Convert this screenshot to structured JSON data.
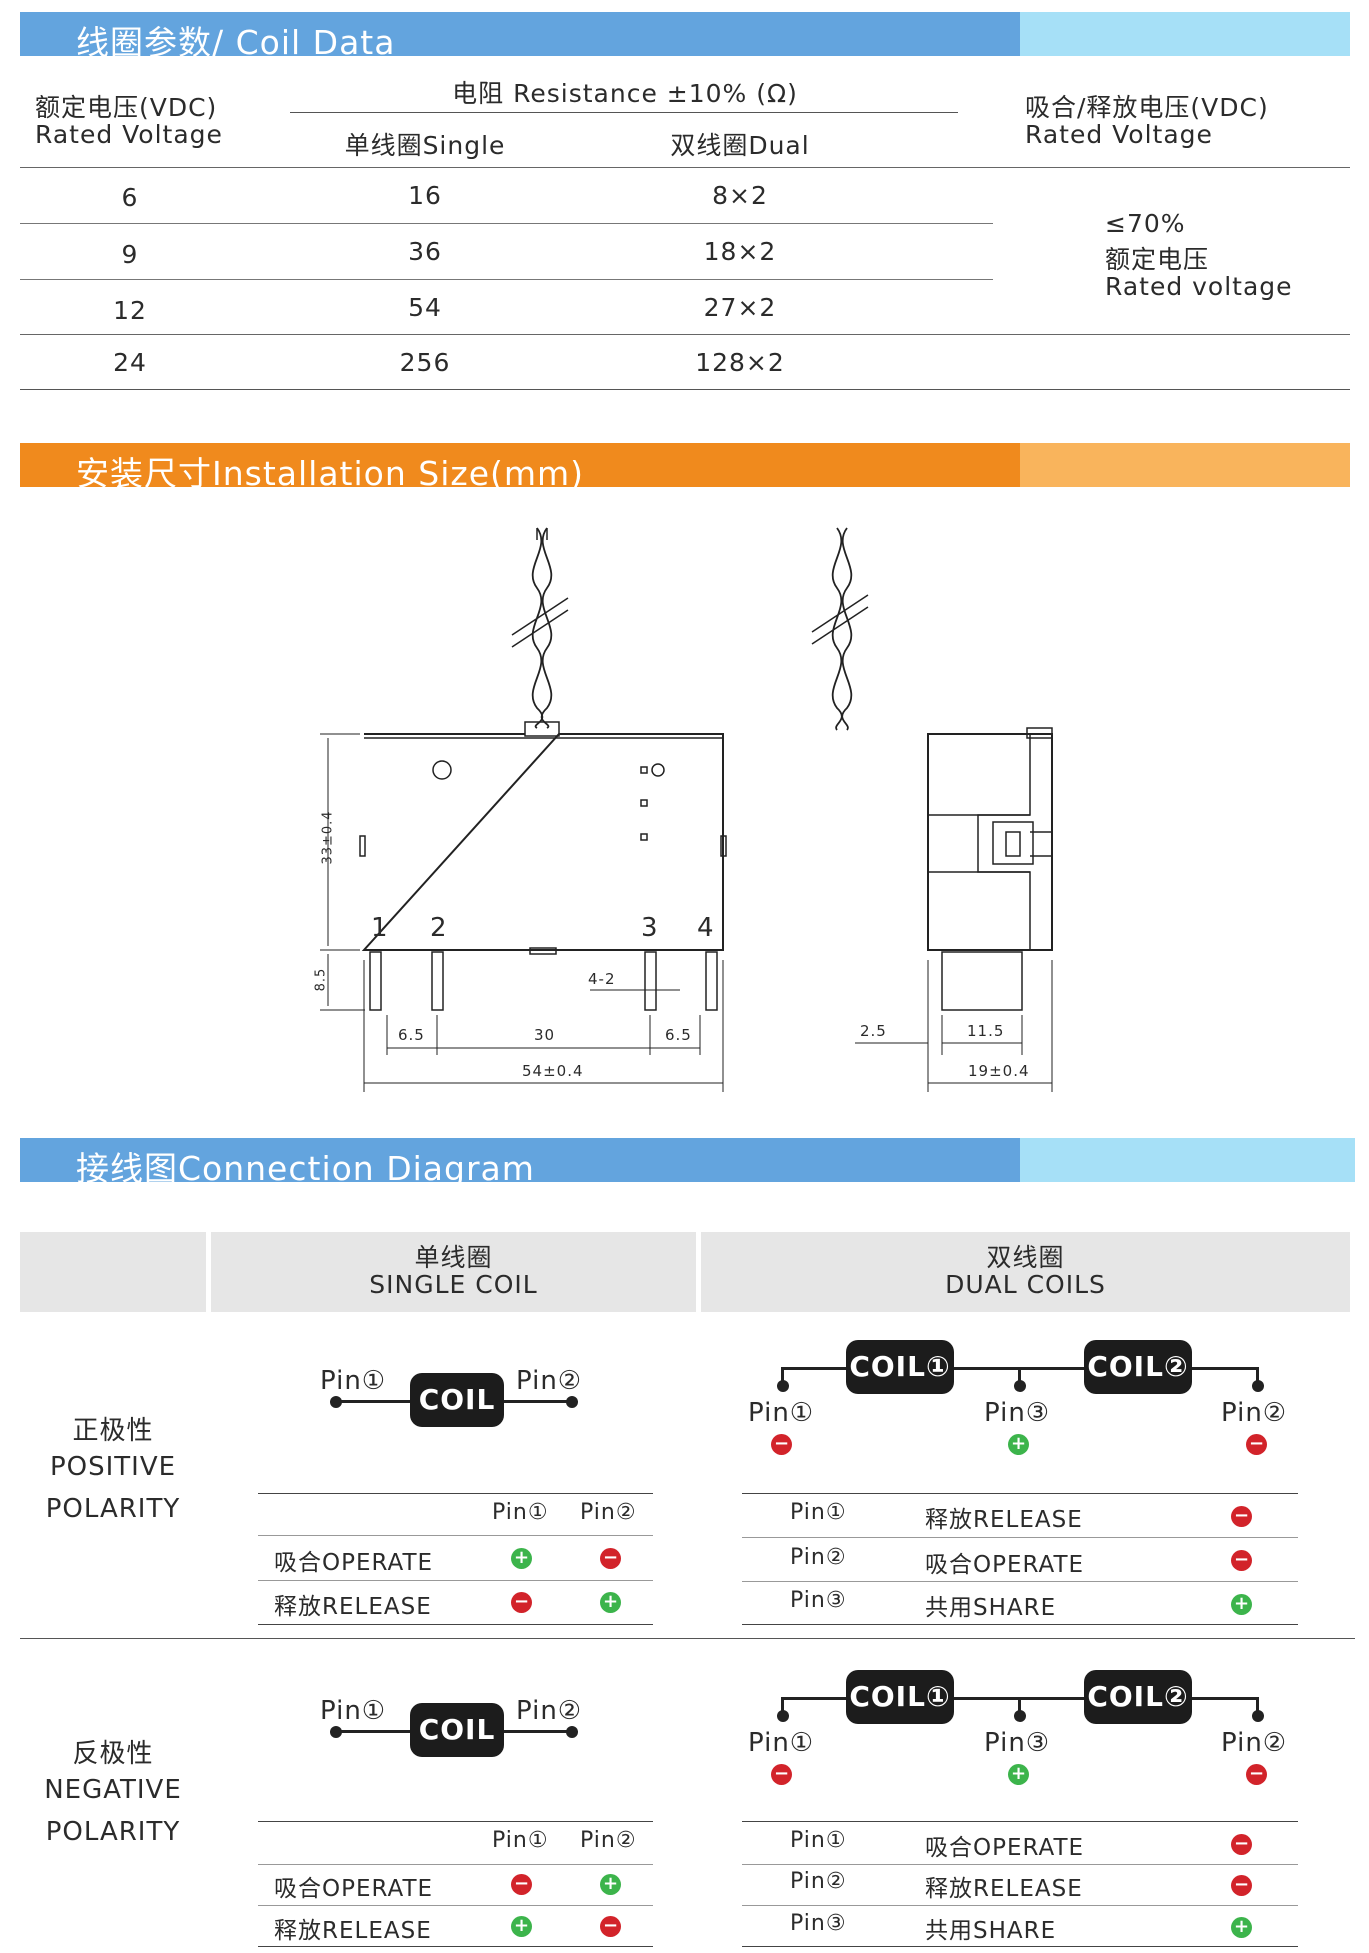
{
  "coil_section": {
    "title": "线圈参数/ Coil  Data",
    "col_rated_cn": "额定电压(VDC)",
    "col_rated_en": "Rated Voltage",
    "col_resistance": "电阻 Resistance ±10% (Ω)",
    "col_single": "单线圈Single",
    "col_dual": "双线圈Dual",
    "col_pull_cn": "吸合/释放电压(VDC)",
    "col_pull_en": "Rated Voltage",
    "rows": [
      {
        "voltage": "6",
        "single": "16",
        "dual": "8×2"
      },
      {
        "voltage": "9",
        "single": "36",
        "dual": "18×2"
      },
      {
        "voltage": "12",
        "single": "54",
        "dual": "27×2"
      },
      {
        "voltage": "24",
        "single": "256",
        "dual": "128×2"
      }
    ],
    "pull_value": "≤70%",
    "pull_cn": "额定电压",
    "pull_en": "Rated voltage"
  },
  "install_section": {
    "title": "安装尺寸Installation Size(mm)",
    "dims": {
      "height": "33±0.4",
      "pin_len": "8.5",
      "left_pitch": "6.5",
      "mid_pitch": "30",
      "right_pitch": "6.5",
      "width": "54±0.4",
      "pin_width": "4-2",
      "side_offset": "2.5",
      "side_depth": "11.5",
      "side_width": "19±0.4"
    },
    "pins": {
      "p1": "1",
      "p2": "2",
      "p3": "3",
      "p4": "4"
    }
  },
  "connection_section": {
    "title": "接线图Connection Diagram",
    "single_cn": "单线圈",
    "single_en": "SINGLE COIL",
    "dual_cn": "双线圈",
    "dual_en": "DUAL COILS",
    "coil": "COIL",
    "coil1": "COIL①",
    "coil2": "COIL②",
    "pin1": "Pin①",
    "pin2": "Pin②",
    "pin3": "Pin③",
    "positive": {
      "cn": "正极性",
      "en1": "POSITIVE",
      "en2": "POLARITY",
      "single_rows": [
        {
          "label": "吸合OPERATE",
          "pin1": "+",
          "pin2": "−"
        },
        {
          "label": "释放RELEASE",
          "pin1": "−",
          "pin2": "+"
        }
      ],
      "dual_rows": [
        {
          "pin": "Pin①",
          "label": "释放RELEASE",
          "sign": "−"
        },
        {
          "pin": "Pin②",
          "label": "吸合OPERATE",
          "sign": "−"
        },
        {
          "pin": "Pin③",
          "label": "共用SHARE",
          "sign": "+"
        }
      ],
      "dual_signs": {
        "pin1": "−",
        "pin3": "+",
        "pin2": "−"
      }
    },
    "negative": {
      "cn": "反极性",
      "en1": "NEGATIVE",
      "en2": "POLARITY",
      "single_rows": [
        {
          "label": "吸合OPERATE",
          "pin1": "−",
          "pin2": "+"
        },
        {
          "label": "释放RELEASE",
          "pin1": "+",
          "pin2": "−"
        }
      ],
      "dual_rows": [
        {
          "pin": "Pin①",
          "label": "吸合OPERATE",
          "sign": "−"
        },
        {
          "pin": "Pin②",
          "label": "释放RELEASE",
          "sign": "−"
        },
        {
          "pin": "Pin③",
          "label": "共用SHARE",
          "sign": "+"
        }
      ],
      "dual_signs": {
        "pin1": "−",
        "pin3": "+",
        "pin2": "−"
      }
    }
  }
}
